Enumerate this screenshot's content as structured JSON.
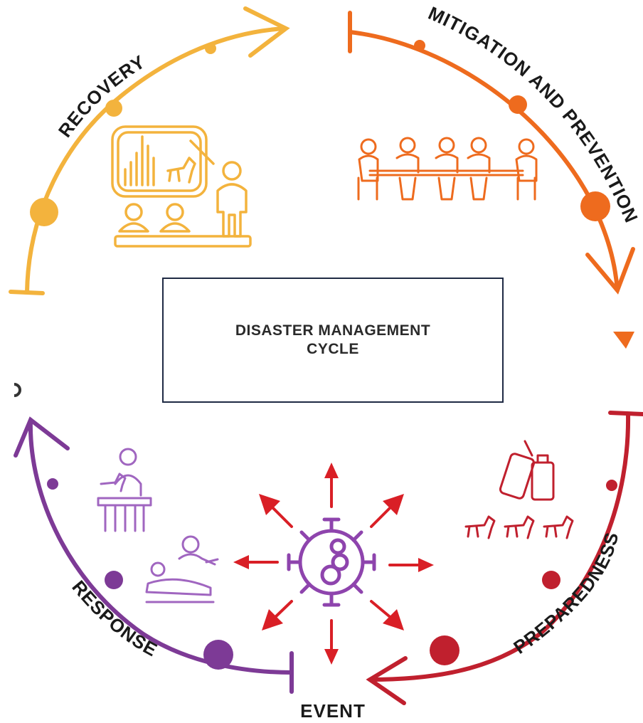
{
  "title_lines": [
    "DISASTER MANAGEMENT",
    "CYCLE"
  ],
  "phases": {
    "recovery": "RECOVERY",
    "mitigation": "MITIGATION AND PREVENTION",
    "preparedness": "PREPAREDNESS",
    "response": "RESPONSE",
    "event": "EVENT"
  },
  "colors": {
    "recovery": "#f3b33d",
    "mitigation": "#ee6b1e",
    "preparedness": "#c0202e",
    "response": "#7d3a96",
    "event_arrows": "#d91f26",
    "virus": "#8e44ad",
    "text": "#1a1a1a"
  }
}
